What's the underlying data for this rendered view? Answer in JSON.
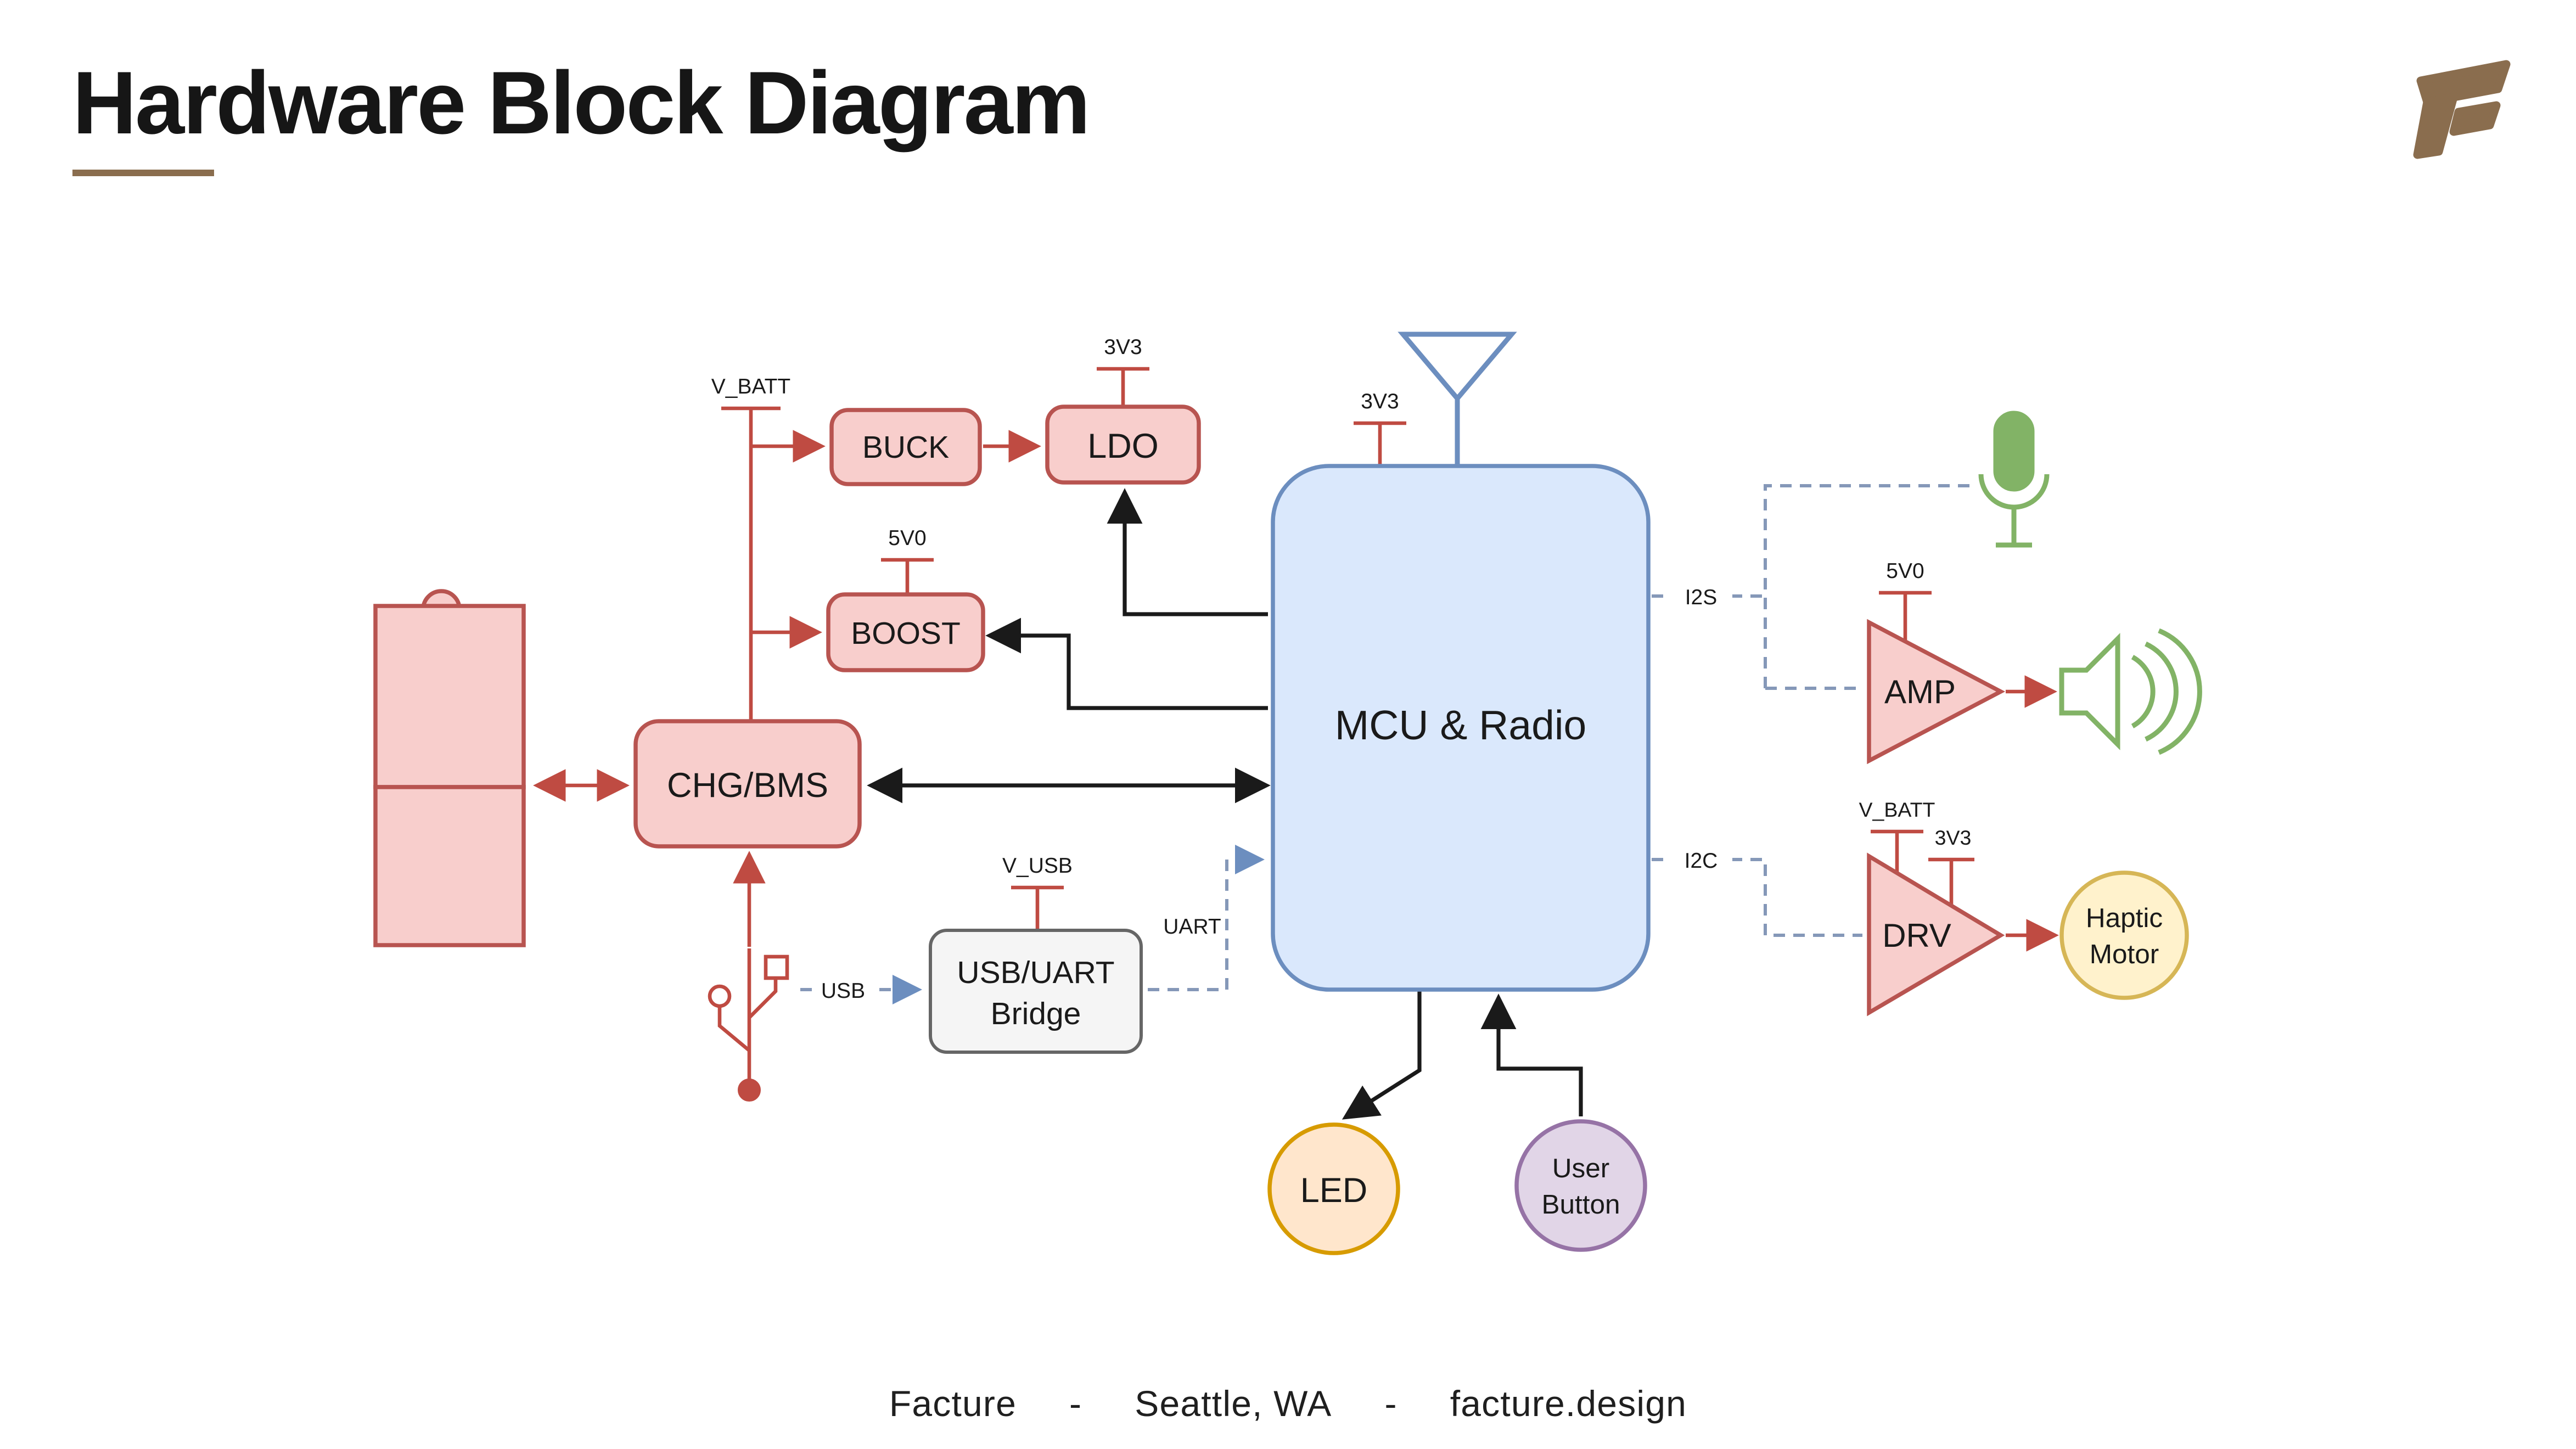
{
  "slide": {
    "title": "Hardware Block Diagram"
  },
  "footer": {
    "company": "Facture",
    "sep1": "-",
    "location": "Seattle, WA",
    "sep2": "-",
    "website": "facture.design"
  },
  "colors": {
    "brand_brown": "#8a6d4e",
    "power_red": "#bf4b42",
    "block_pink_fill": "#F8CECC",
    "block_pink_stroke": "#B85450",
    "mcu_blue_fill": "#DAE8FC",
    "mcu_blue_stroke": "#6C8EBF",
    "audio_green": "#82B366",
    "led_orange_stroke": "#D79B00",
    "haptic_yellow_stroke": "#D6B656",
    "button_purple_stroke": "#9673A6",
    "bus_dash_blue": "#8598b8"
  },
  "diagram": {
    "blocks": {
      "chg_bms": "CHG/BMS",
      "buck": "BUCK",
      "ldo": "LDO",
      "boost": "BOOST",
      "usb_uart_1": "USB/UART",
      "usb_uart_2": "Bridge",
      "mcu": "MCU & Radio",
      "amp": "AMP",
      "drv": "DRV",
      "led": "LED",
      "user_button_1": "User",
      "user_button_2": "Button",
      "haptic_1": "Haptic",
      "haptic_2": "Motor"
    },
    "power_labels": {
      "v_batt": "V_BATT",
      "ldo_3v3": "3V3",
      "boost_5v0": "5V0",
      "v_usb": "V_USB",
      "mcu_3v3": "3V3",
      "amp_5v0": "5V0",
      "drv_v_batt": "V_BATT",
      "drv_3v3": "3V3"
    },
    "bus_labels": {
      "usb": "USB",
      "uart": "UART",
      "i2s": "I2S",
      "i2c": "I2C"
    }
  }
}
